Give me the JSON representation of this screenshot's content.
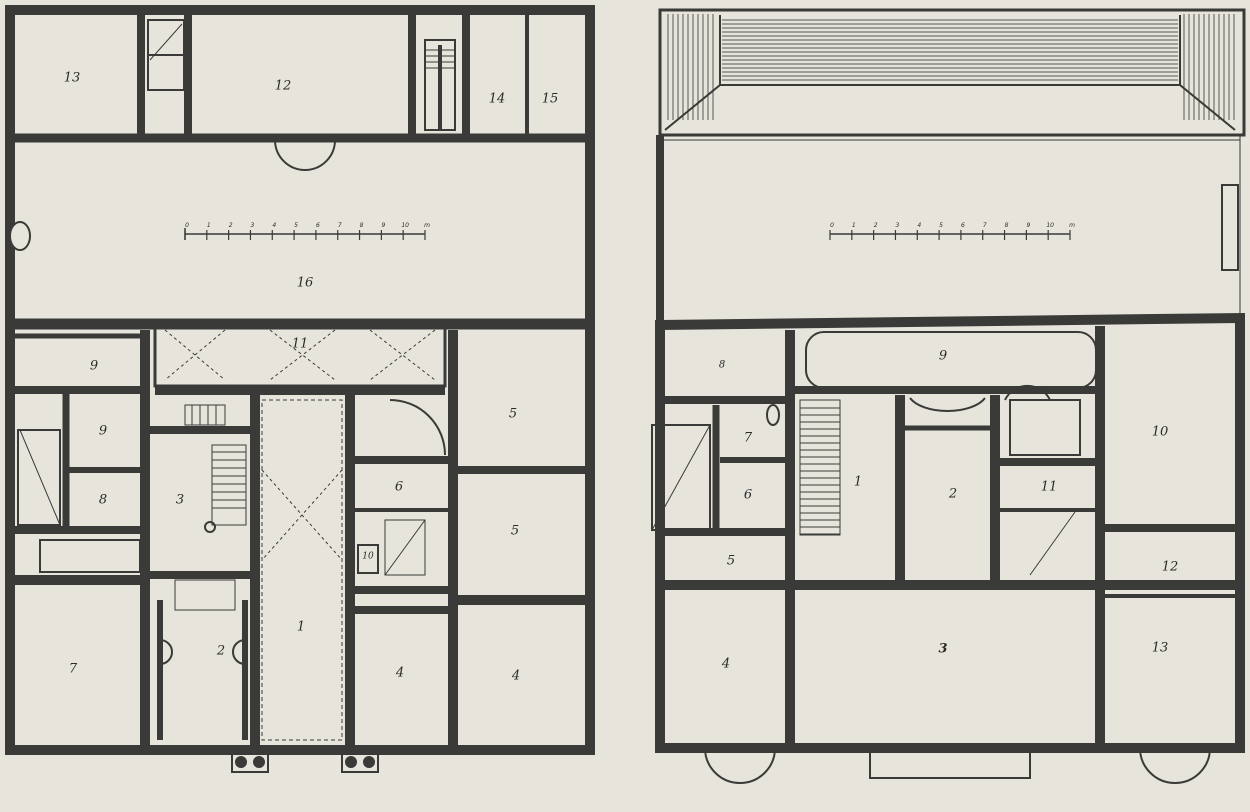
{
  "plans": [
    {
      "id": "left-plan",
      "rooms": [
        {
          "key": "13",
          "label": "13"
        },
        {
          "key": "12",
          "label": "12"
        },
        {
          "key": "14",
          "label": "14"
        },
        {
          "key": "15",
          "label": "15"
        },
        {
          "key": "16",
          "label": "16"
        },
        {
          "key": "11",
          "label": "11"
        },
        {
          "key": "9a",
          "label": "9"
        },
        {
          "key": "9b",
          "label": "9"
        },
        {
          "key": "8",
          "label": "8"
        },
        {
          "key": "3",
          "label": "3"
        },
        {
          "key": "6",
          "label": "6"
        },
        {
          "key": "10",
          "label": "10"
        },
        {
          "key": "5a",
          "label": "5"
        },
        {
          "key": "5b",
          "label": "5"
        },
        {
          "key": "7",
          "label": "7"
        },
        {
          "key": "2",
          "label": "2"
        },
        {
          "key": "1",
          "label": "1"
        },
        {
          "key": "4a",
          "label": "4"
        },
        {
          "key": "4b",
          "label": "4"
        }
      ],
      "scale_ticks": [
        "0",
        "1",
        "2",
        "3",
        "4",
        "5",
        "6",
        "7",
        "8",
        "9",
        "10",
        "m"
      ]
    },
    {
      "id": "right-plan",
      "rooms": [
        {
          "key": "9",
          "label": "9"
        },
        {
          "key": "8",
          "label": "8"
        },
        {
          "key": "7",
          "label": "7"
        },
        {
          "key": "6",
          "label": "6"
        },
        {
          "key": "1",
          "label": "1"
        },
        {
          "key": "2",
          "label": "2"
        },
        {
          "key": "11",
          "label": "11"
        },
        {
          "key": "10",
          "label": "10"
        },
        {
          "key": "5",
          "label": "5"
        },
        {
          "key": "12",
          "label": "12"
        },
        {
          "key": "4",
          "label": "4"
        },
        {
          "key": "3",
          "label": "3"
        },
        {
          "key": "13",
          "label": "13"
        }
      ],
      "scale_ticks": [
        "0",
        "1",
        "2",
        "3",
        "4",
        "5",
        "6",
        "7",
        "8",
        "9",
        "10",
        "m"
      ]
    }
  ],
  "colors": {
    "paper": "#e7e5db",
    "wall": "#3a3a38",
    "line": "#4a4a48"
  }
}
